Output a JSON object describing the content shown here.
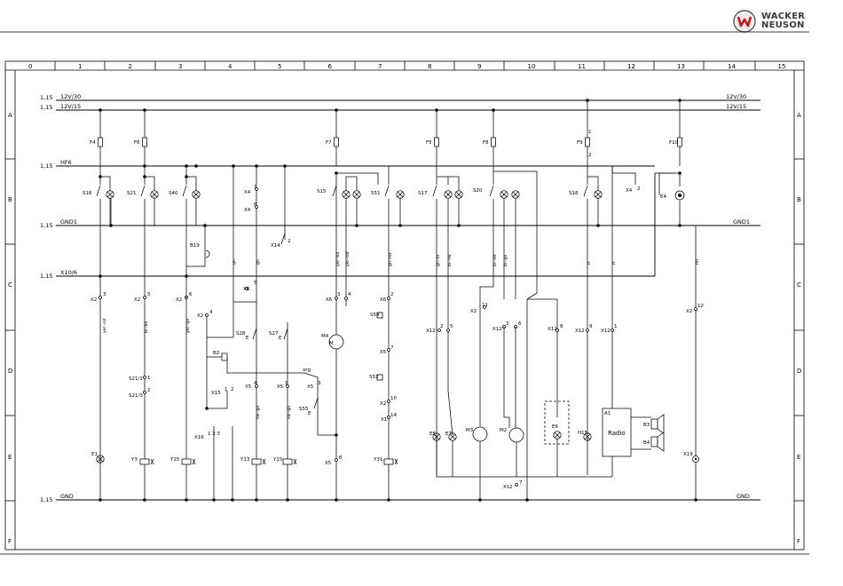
{
  "brand": {
    "line1": "WACKER",
    "line2": "NEUSON",
    "mark": "w-logo-icon",
    "accent": "#c4161c"
  },
  "columns": [
    "0",
    "1",
    "2",
    "3",
    "4",
    "5",
    "6",
    "7",
    "8",
    "9",
    "10",
    "11",
    "12",
    "13",
    "14",
    "15"
  ],
  "rows": [
    "A",
    "B",
    "C",
    "D",
    "E",
    "F"
  ],
  "rails": {
    "r12v30": {
      "ref": "1,15",
      "name": "12V/30",
      "right": "12V/30"
    },
    "r12v15": {
      "ref": "1,15",
      "name": "12V/15",
      "right": "12V/15"
    },
    "hf6": {
      "ref": "1,15",
      "name": "HF6"
    },
    "gnd1": {
      "ref": "1,15",
      "name": "GND1",
      "right": "GND1"
    },
    "x106": {
      "ref": "1,15",
      "name": "X10/6"
    },
    "gnd": {
      "ref": "1,15",
      "name": "GND",
      "right": "GND"
    }
  },
  "labels": {
    "F4": "F4",
    "F6": "F6",
    "F7": "F7",
    "F5": "F5",
    "F8": "F8",
    "F9": "F9",
    "F10": "F10",
    "F9_1": "1",
    "F9_2": "2",
    "S16": "S16",
    "S21": "S21",
    "S40": "S40",
    "X4a": "X4",
    "X4a_p": "1",
    "X4b": "X4",
    "X4b_p": "6",
    "S15": "S15",
    "S51": "S51",
    "S17": "S17",
    "S20": "S20",
    "S18": "S18",
    "X4c": "X4",
    "X4c_p": "2",
    "E4": "E4",
    "X14": "X14",
    "X14_p": "2",
    "B19": "B19",
    "X2a": "X2",
    "X2a_p": "3",
    "X2b": "X2",
    "X2b_p": "5",
    "X2c": "X2",
    "X2c_p": "6",
    "X2d": "X2",
    "X2d_p": "4",
    "X6a": "X6",
    "X6a_p": "5",
    "X6b": "X6",
    "X6b_p": "3",
    "X6b_q": "4",
    "X6c": "X6",
    "X6c_p": "2",
    "X2e": "X2",
    "X2e_p": "11",
    "X2f": "X2",
    "X2f_p": "12",
    "S28": "S28",
    "S27": "S27",
    "E": "E",
    "B2": "B2",
    "X15": "X15",
    "X15_p1": "1",
    "X15_p2": "2",
    "X5a": "X5",
    "X5a_p": "4",
    "X5b": "X5",
    "X5b_p": "1",
    "X5c": "X5",
    "X5c_p": "3",
    "X5d": "X5",
    "X5d_p": "6",
    "S55": "S55",
    "X16": "X16",
    "X16_p": "1 2 3",
    "M4": "M4",
    "S54": "S54",
    "X5e": "X5",
    "X5e_p": "7",
    "S52": "S52",
    "X2g": "X2",
    "X2g_p": "10",
    "X1": "X1",
    "X1_p": "14",
    "X12a": "X12",
    "X12a_p": "2",
    "X12a_q": "5",
    "X12b": "X12",
    "X12b_p": "3",
    "X12b_q": "6",
    "X12c": "X12",
    "X12c_p": "7",
    "X12d": "X12",
    "X12d_p": "8",
    "X12e": "X12",
    "X12e_p": "9",
    "X12f": "X12",
    "X12f_p": "1",
    "S21_1": "S21/1",
    "S21_1b": "S21/3",
    "S21_p1": "1",
    "S21_p2": "2",
    "E1": "E1",
    "Y3": "Y3",
    "Y25": "Y25",
    "Y13": "Y13",
    "Y15": "Y15",
    "Y31": "Y31",
    "E5": "E5",
    "E7": "E7",
    "M3": "M3",
    "M2": "M2",
    "E6": "E6",
    "H15": "H15",
    "A1": "A1",
    "Radio": "Radio",
    "B3": "B3",
    "B4": "B4",
    "X19": "X19",
    "M": "M",
    "org": "org"
  },
  "wires": {
    "w1": "ye/--rot",
    "w2": "bl--ba",
    "w3": "ye/--ge",
    "w4": "gn",
    "w5": "gn",
    "w6": "sw--ge",
    "w7": "sw--gn",
    "w8": "ye/--ba",
    "w9": "ye/--rot",
    "w10": "gn--rot",
    "w11": "gn--bl",
    "w12": "bl--sw",
    "w13": "bl--rot",
    "w14": "bl--ge",
    "w15": "rt",
    "w16": "rt",
    "w17": "rot",
    "w18": "gr--ba",
    "w19": "bl--ge",
    "w20": "gn--ge",
    "w21": "bl--ge"
  }
}
